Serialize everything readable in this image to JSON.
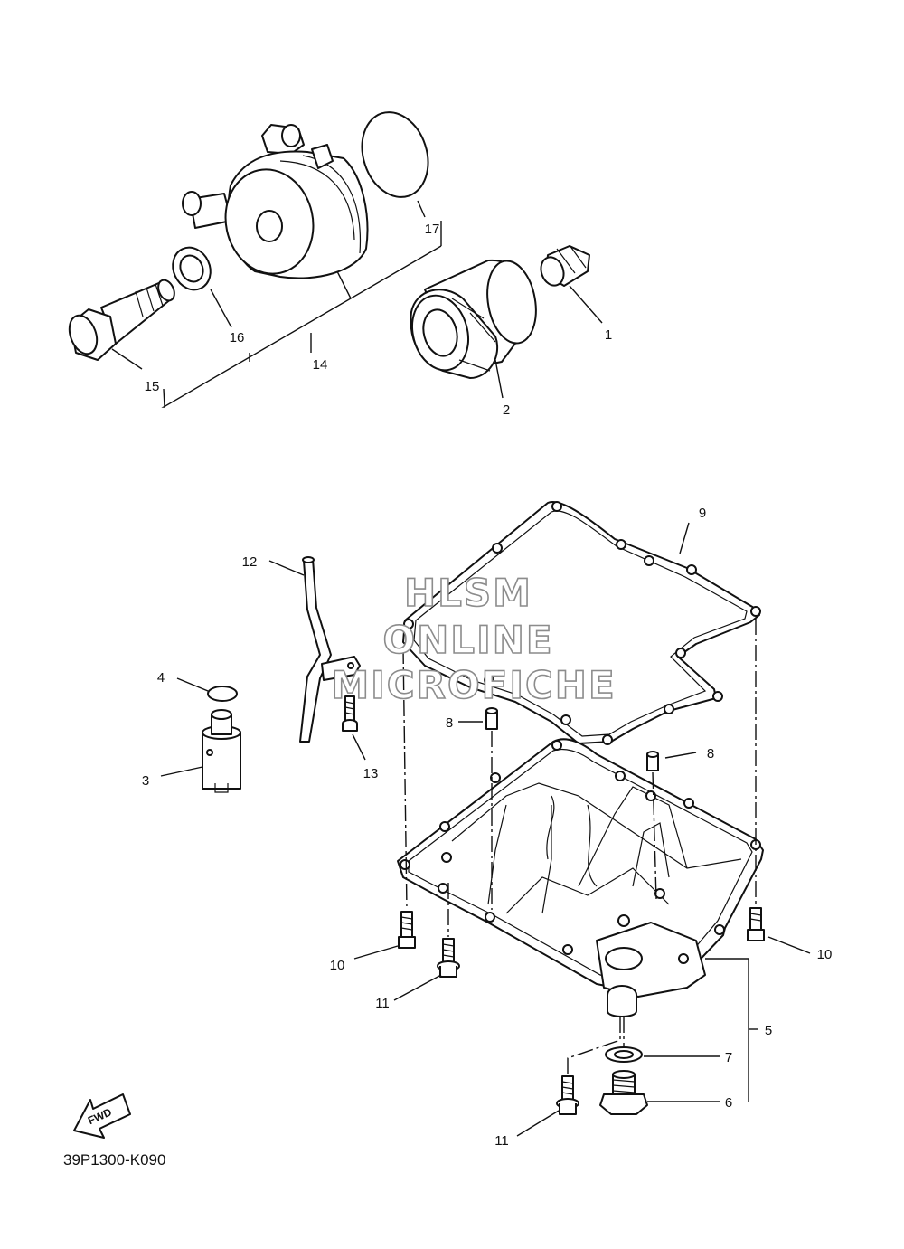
{
  "diagram_code": "39P1300-K090",
  "watermark": {
    "line1": "HLSM",
    "line2": "ONLINE",
    "line3": "MICROFICHE"
  },
  "fwd_label": "FWD",
  "callouts": {
    "c1": "1",
    "c2": "2",
    "c3": "3",
    "c4": "4",
    "c5": "5",
    "c6": "6",
    "c7": "7",
    "c8a": "8",
    "c8b": "8",
    "c9": "9",
    "c10a": "10",
    "c10b": "10",
    "c11a": "11",
    "c11b": "11",
    "c12": "12",
    "c13": "13",
    "c14": "14",
    "c15": "15",
    "c16": "16",
    "c17": "17"
  }
}
